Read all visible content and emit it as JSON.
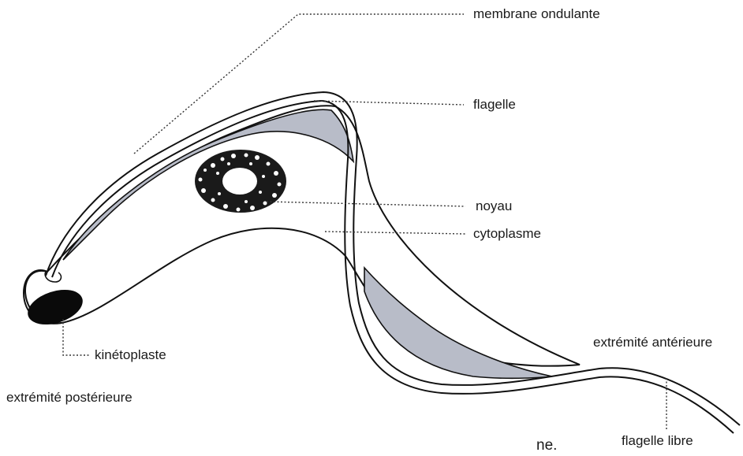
{
  "labels": {
    "membrane": "membrane ondulante",
    "flagelle": "flagelle",
    "noyau": "noyau",
    "cytoplasme": "cytoplasme",
    "kinetoplaste": "kinétoplaste",
    "posterieure": "extrémité postérieure",
    "anterieure": "extrémité antérieure",
    "flagelle_libre": "flagelle libre",
    "truncated_caption": "ne."
  },
  "colors": {
    "outline": "#111111",
    "membrane_fill": "#b8bcc8",
    "leader": "#333333"
  }
}
